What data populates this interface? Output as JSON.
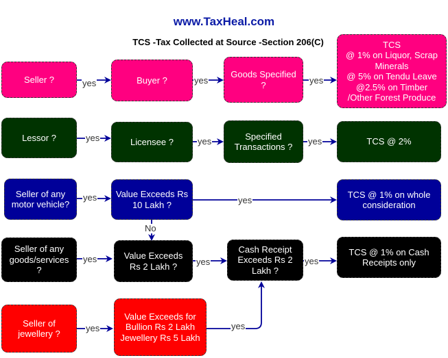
{
  "header": {
    "site": "www.TaxHeal.com",
    "title": "TCS -Tax Collected at Source -Section 206(C)"
  },
  "colors": {
    "pink": "#ff0080",
    "green": "#003300",
    "blue": "#000099",
    "black": "#000000",
    "red": "#ff0000",
    "arrow": "#000099"
  },
  "rows": {
    "scrap": {
      "seller": "Seller ?",
      "buyer": "Buyer ?",
      "goods": "Goods Specified ?",
      "result": [
        "TCS",
        "@ 1% on Liquor, Scrap",
        "Minerals",
        "@ 5% on Tendu Leave",
        "@2.5% on Timber",
        "/Other Forest Produce"
      ]
    },
    "lease": {
      "lessor": "Lessor ?",
      "licensee": "Licensee ?",
      "specified": "Specified Transactions ?",
      "result": "TCS @ 2%"
    },
    "motor": {
      "seller": "Seller of any motor vehicle?",
      "value": "Value Exceeds Rs 10 Lakh ?",
      "result": "TCS @ 1% on whole consideration"
    },
    "goods": {
      "seller": "Seller of any goods/services ?",
      "value": "Value Exceeds Rs 2 Lakh ?",
      "cash": "Cash Receipt Exceeds Rs 2 Lakh ?",
      "result": "TCS @ 1% on Cash Receipts only"
    },
    "jewellery": {
      "seller": "Seller of jewellery ?",
      "value": [
        "Value Exceeds for",
        "Bullion Rs 2 Lakh",
        "Jewellery Rs 5 Lakh"
      ]
    }
  },
  "edge_labels": {
    "yes": "yes",
    "no": "No"
  }
}
